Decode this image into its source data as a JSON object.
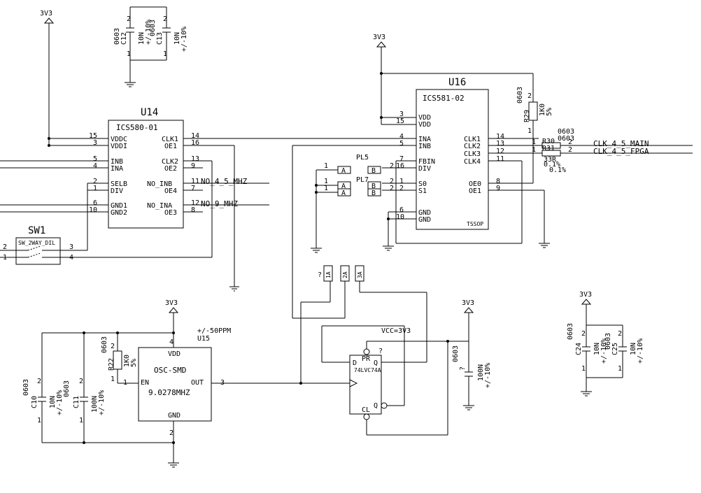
{
  "power": {
    "v3v3": "3V3"
  },
  "caps": {
    "c12": {
      "ref": "C12",
      "pkg": "0603",
      "val": "10N",
      "tol": "+/-10%",
      "p1": "1",
      "p2": "2"
    },
    "c13": {
      "ref": "C13",
      "pkg": "0603",
      "val": "10N",
      "tol": "+/-10%",
      "p1": "1",
      "p2": "2"
    },
    "c10": {
      "ref": "C10",
      "pkg": "0603",
      "val": "10N",
      "tol": "+/-10%",
      "p1": "1",
      "p2": "2"
    },
    "c11": {
      "ref": "C11",
      "pkg": "0603",
      "val": "100N",
      "tol": "+/-10%",
      "p1": "1",
      "p2": "2"
    },
    "c24": {
      "ref": "C24",
      "pkg": "0603",
      "val": "10N",
      "tol": "+/-10%",
      "p1": "1",
      "p2": "2"
    },
    "c25": {
      "ref": "C25",
      "pkg": "0603",
      "val": "10N",
      "tol": "+/-10%",
      "p1": "1",
      "p2": "2"
    },
    "cq": {
      "ref": "?",
      "pkg": "0603",
      "val": "100N",
      "tol": "+/-10%"
    }
  },
  "u14": {
    "ref": "U14",
    "part": "ICS580-01",
    "left_pins": [
      {
        "num": "15",
        "name": "VDDC"
      },
      {
        "num": "3",
        "name": "VDDI"
      },
      {
        "num": "5",
        "name": "INB"
      },
      {
        "num": "4",
        "name": "INA"
      },
      {
        "num": "2",
        "name": "SELB"
      },
      {
        "num": "1",
        "name": "DIV"
      },
      {
        "num": "6",
        "name": "GND1"
      },
      {
        "num": "10",
        "name": "GND2"
      }
    ],
    "right_pins": [
      {
        "num": "14",
        "name": "CLK1"
      },
      {
        "num": "16",
        "name": "OE1"
      },
      {
        "num": "13",
        "name": "CLK2"
      },
      {
        "num": "9",
        "name": "OE2"
      },
      {
        "num": "11",
        "name": "NO_INB"
      },
      {
        "num": "7",
        "name": "OE4"
      },
      {
        "num": "12",
        "name": "NO_INA"
      },
      {
        "num": "8",
        "name": "OE3"
      }
    ],
    "nets": {
      "n45": "NO_4_5_MHZ",
      "n9": "NO_9_MHZ"
    }
  },
  "sw1": {
    "ref": "SW1",
    "part": "SW_2WAY_DIL",
    "pins": [
      "2",
      "1",
      "3",
      "4"
    ]
  },
  "u16": {
    "ref": "U16",
    "part": "ICS581-02",
    "pkg": "TSSOP",
    "left_pins": [
      {
        "num": "3",
        "name": "VDD"
      },
      {
        "num": "15",
        "name": "VDD"
      },
      {
        "num": "4",
        "name": "INA"
      },
      {
        "num": "5",
        "name": "INB"
      },
      {
        "num": "7",
        "name": "FBIN"
      },
      {
        "num": "16",
        "name": "DIV"
      },
      {
        "num": "1",
        "name": "S0"
      },
      {
        "num": "2",
        "name": "S1"
      },
      {
        "num": "6",
        "name": "GND"
      },
      {
        "num": "10",
        "name": "GND"
      }
    ],
    "right_pins": [
      {
        "num": "14",
        "name": "CLK1"
      },
      {
        "num": "13",
        "name": "CLK2"
      },
      {
        "num": "12",
        "name": "CLK3"
      },
      {
        "num": "11",
        "name": "CLK4"
      },
      {
        "num": "8",
        "name": "OE0"
      },
      {
        "num": "9",
        "name": "OE1"
      }
    ]
  },
  "jumpers": {
    "pl5": {
      "ref": "PL5",
      "a": "A",
      "b": "B",
      "p1": "1",
      "p2": "2"
    },
    "pl7": {
      "ref": "PL7",
      "a": "A",
      "b": "B",
      "p1": "1",
      "p2": "2"
    }
  },
  "r29": {
    "ref": "R29",
    "pkg": "0603",
    "val": "1K0",
    "tol": "5%",
    "p1": "1",
    "p2": "2"
  },
  "r30": {
    "ref": "R30",
    "pkg": "0603",
    "val": "33R",
    "tol": "0.1%",
    "p1": "1",
    "p2": "2"
  },
  "r31": {
    "ref": "R31",
    "pkg": "0603",
    "val": "33R",
    "tol": "0.1%",
    "p1": "1",
    "p2": "2"
  },
  "clk_nets": {
    "main": "CLK_4_5_MAIN",
    "fpga": "CLK_4_5_FPGA"
  },
  "conns": {
    "c1": "1A",
    "c2": "2A",
    "c3": "3A",
    "q": "?"
  },
  "u15": {
    "ref": "U15",
    "ppm": "+/-50PPM",
    "part": "OSC-SMD",
    "freq": "9.0278MHZ",
    "vdd": "VDD",
    "en": "EN",
    "out": "OUT",
    "gnd": "GND",
    "pin_vdd": "4",
    "pin_en": "1",
    "pin_out": "3",
    "pin_gnd": "2"
  },
  "r22": {
    "ref": "R22",
    "pkg": "0603",
    "val": "1K0",
    "tol": "5%",
    "p1": "1",
    "p2": "2"
  },
  "ff": {
    "ref": "?",
    "part": "74LVC74A",
    "vcc": "VCC=3V3",
    "d": "D",
    "q": "Q",
    "qn": "Q",
    "pr": "PR",
    "cl": "CL"
  }
}
